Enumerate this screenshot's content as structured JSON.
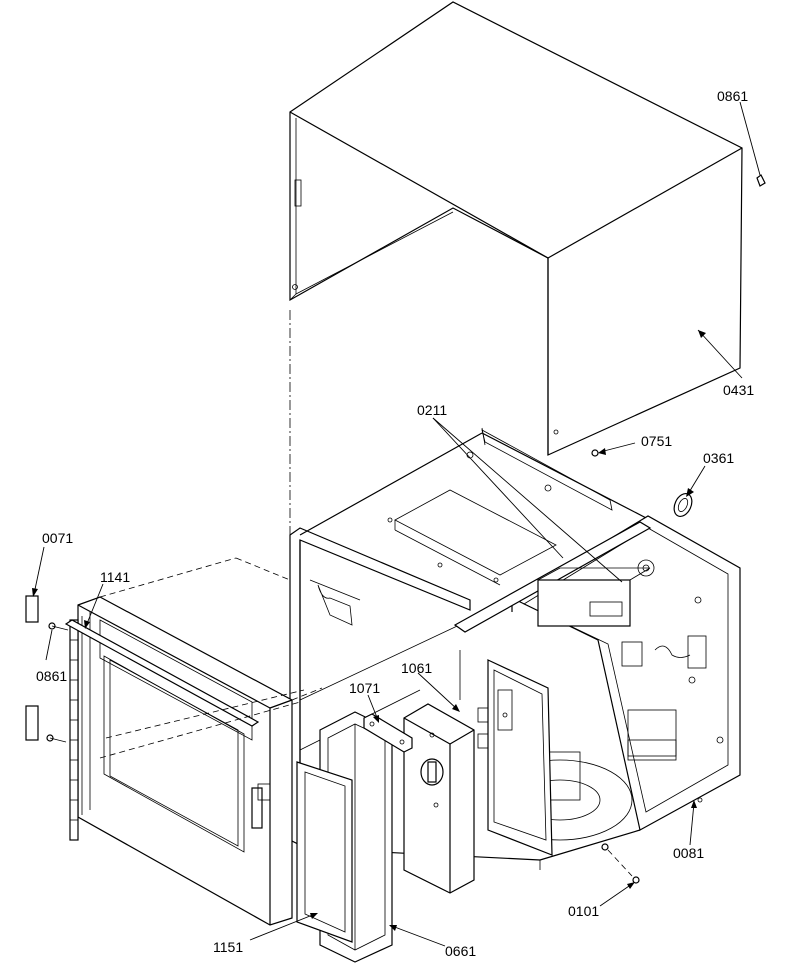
{
  "callouts": {
    "c0861a": "0861",
    "c0431": "0431",
    "c0211": "0211",
    "c0751": "0751",
    "c0361": "0361",
    "c0071": "0071",
    "c1141": "1141",
    "c0861b": "0861",
    "c1061": "1061",
    "c1071": "1071",
    "c0081": "0081",
    "c0101": "0101",
    "c1151": "1151",
    "c0661": "0661"
  }
}
